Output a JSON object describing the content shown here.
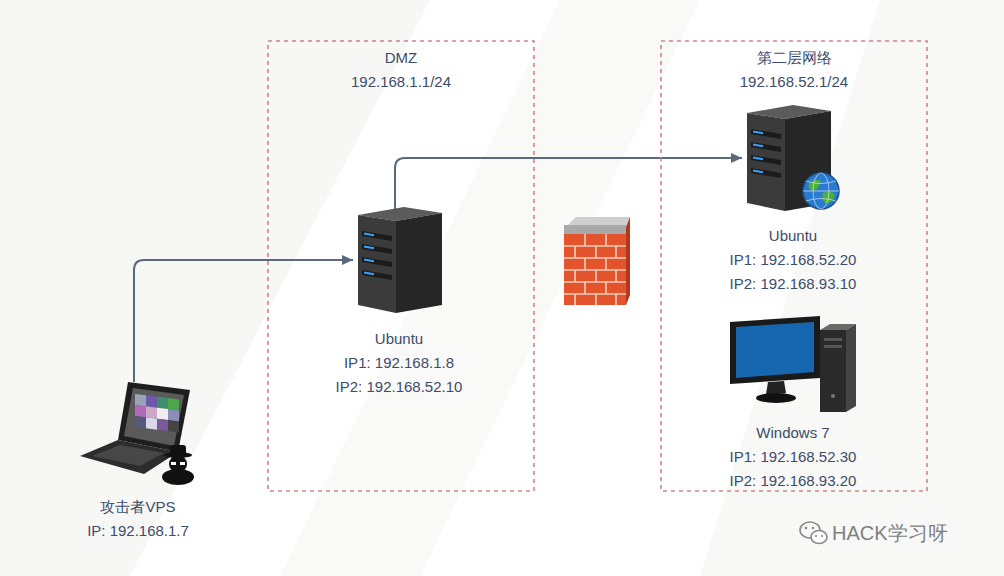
{
  "diagram": {
    "nodes": [
      {
        "text": [
          "攻击者VPS",
          "IP: 192.168.1.7"
        ]
      },
      {
        "text": [
          "DMZ",
          "192.168.1.1/24"
        ]
      },
      {
        "text": [
          "Ubuntu",
          "IP1: 192.168.1.8",
          "IP2: 192.168.52.10"
        ],
        "in": 1
      },
      {
        "text": [
          "第二层网络",
          "192.168.52.1/24"
        ]
      },
      {
        "text": [
          "Ubuntu",
          "IP1: 192.168.52.20",
          "IP2: 192.168.93.10"
        ],
        "in": 3
      },
      {
        "text": [
          "Windows 7",
          "IP1: 192.168.52.30",
          "IP2: 192.168.93.20"
        ],
        "in": 3
      }
    ],
    "edges": [
      {
        "from": 0,
        "to": 2,
        "arrow": "to"
      },
      {
        "from": 2,
        "to": 4,
        "arrow": "to"
      }
    ],
    "labels": [
      "HACK学习呀"
    ]
  }
}
